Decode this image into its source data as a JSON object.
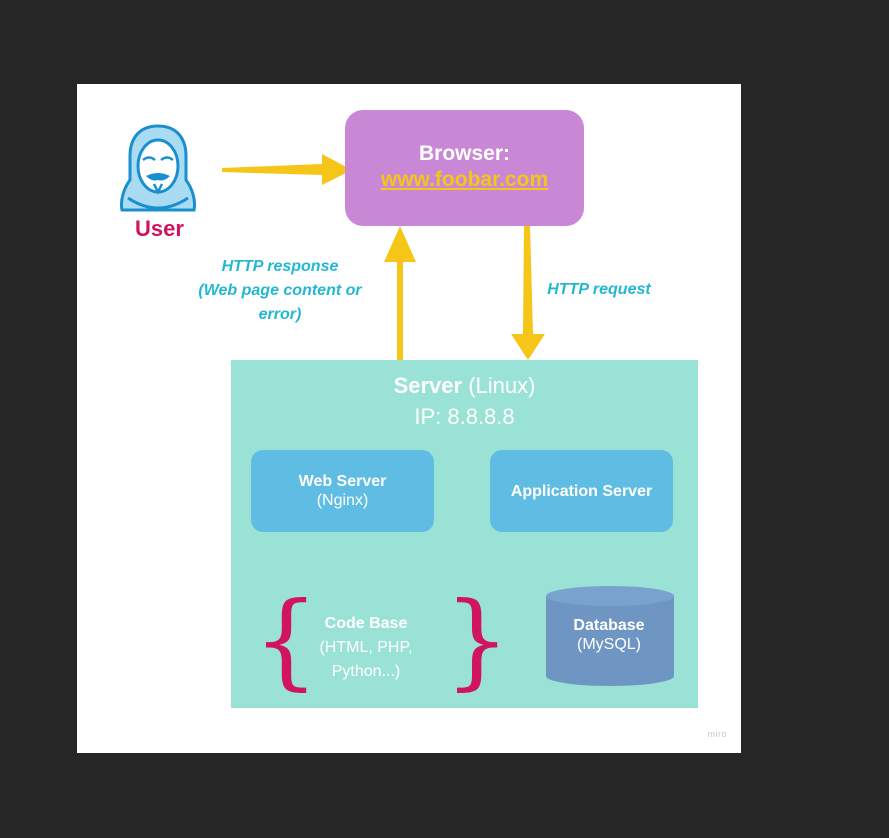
{
  "user": {
    "label": "User",
    "icon": "anonymous-user-icon"
  },
  "browser": {
    "title": "Browser:",
    "url": "www.foobar.com"
  },
  "flows": {
    "response": {
      "line1": "HTTP response",
      "line2": "(Web page content or",
      "line3": "error)"
    },
    "request": {
      "label": "HTTP request"
    }
  },
  "server": {
    "title_bold": "Server",
    "title_rest": " (Linux)",
    "ip": "IP: 8.8.8.8",
    "web_server": {
      "name": "Web Server",
      "detail": "(Nginx)"
    },
    "app_server": {
      "name": "Application Server"
    },
    "code_base": {
      "name": "Code Base",
      "line2": "(HTML, PHP,",
      "line3": "Python...)"
    },
    "database": {
      "name": "Database",
      "detail": "(MySQL)"
    }
  },
  "watermark": "miro",
  "colors": {
    "background": "#262626",
    "canvas": "#ffffff",
    "browser": "#c888d6",
    "url": "#f5c518",
    "arrow_yellow": "#f5c518",
    "user_label": "#d0145e",
    "flow_label": "#23b8d0",
    "server": "#9ae2d6",
    "server_box": "#5fbde3",
    "database": "#6f95c3",
    "connector": "#d0145e"
  }
}
